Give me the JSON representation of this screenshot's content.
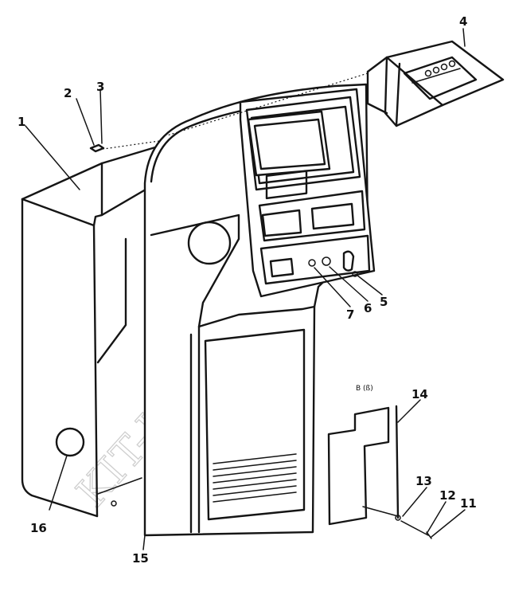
{
  "diagram": {
    "watermark": "KIT-IMPORT.RU",
    "view_note": "B (ß)",
    "callouts": [
      "1",
      "2",
      "3",
      "4",
      "5",
      "6",
      "7",
      "11",
      "12",
      "13",
      "14",
      "15",
      "16"
    ]
  }
}
